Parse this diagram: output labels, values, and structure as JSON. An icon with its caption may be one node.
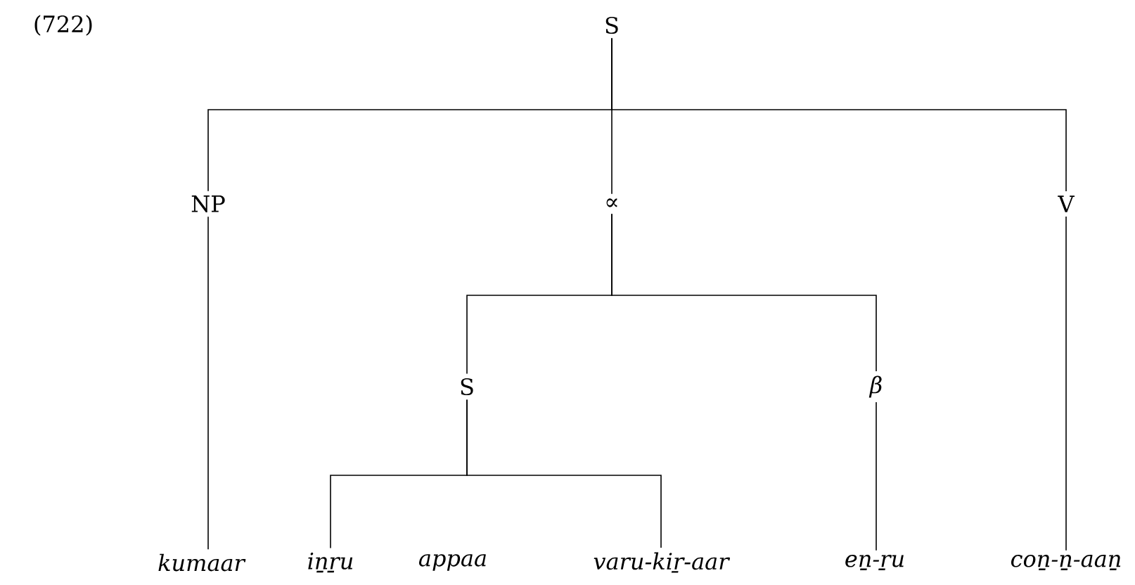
{
  "diagram": {
    "nodes": [
      {
        "text": [
          "S"
        ]
      },
      {
        "text": [
          "NP"
        ]
      },
      {
        "text": [
          "∝"
        ]
      },
      {
        "text": [
          "V"
        ]
      },
      {
        "text": [
          "S"
        ]
      },
      {
        "text": [
          "β"
        ]
      },
      {
        "text": [
          "kumaar"
        ]
      },
      {
        "text": [
          "iṉṟu"
        ]
      },
      {
        "text": [
          "appaa"
        ]
      },
      {
        "text": [
          "varu-kiṟ-aar"
        ]
      },
      {
        "text": [
          "eṉ-ṟu"
        ]
      },
      {
        "text": [
          "coṉ-ṉ-aaṉ"
        ]
      }
    ],
    "edges": [
      {
        "from": 0,
        "to": 1,
        "arrow": "none"
      },
      {
        "from": 0,
        "to": 2,
        "arrow": "none"
      },
      {
        "from": 0,
        "to": 3,
        "arrow": "none"
      },
      {
        "from": 2,
        "to": 4,
        "arrow": "none"
      },
      {
        "from": 2,
        "to": 5,
        "arrow": "none"
      },
      {
        "from": 4,
        "to": 7,
        "arrow": "none"
      },
      {
        "from": 4,
        "to": 9,
        "arrow": "none"
      },
      {
        "from": 1,
        "to": 6,
        "arrow": "none"
      },
      {
        "from": 5,
        "to": 10,
        "arrow": "none"
      },
      {
        "from": 3,
        "to": 11,
        "arrow": "none"
      }
    ],
    "labels": [
      "(722)"
    ]
  }
}
